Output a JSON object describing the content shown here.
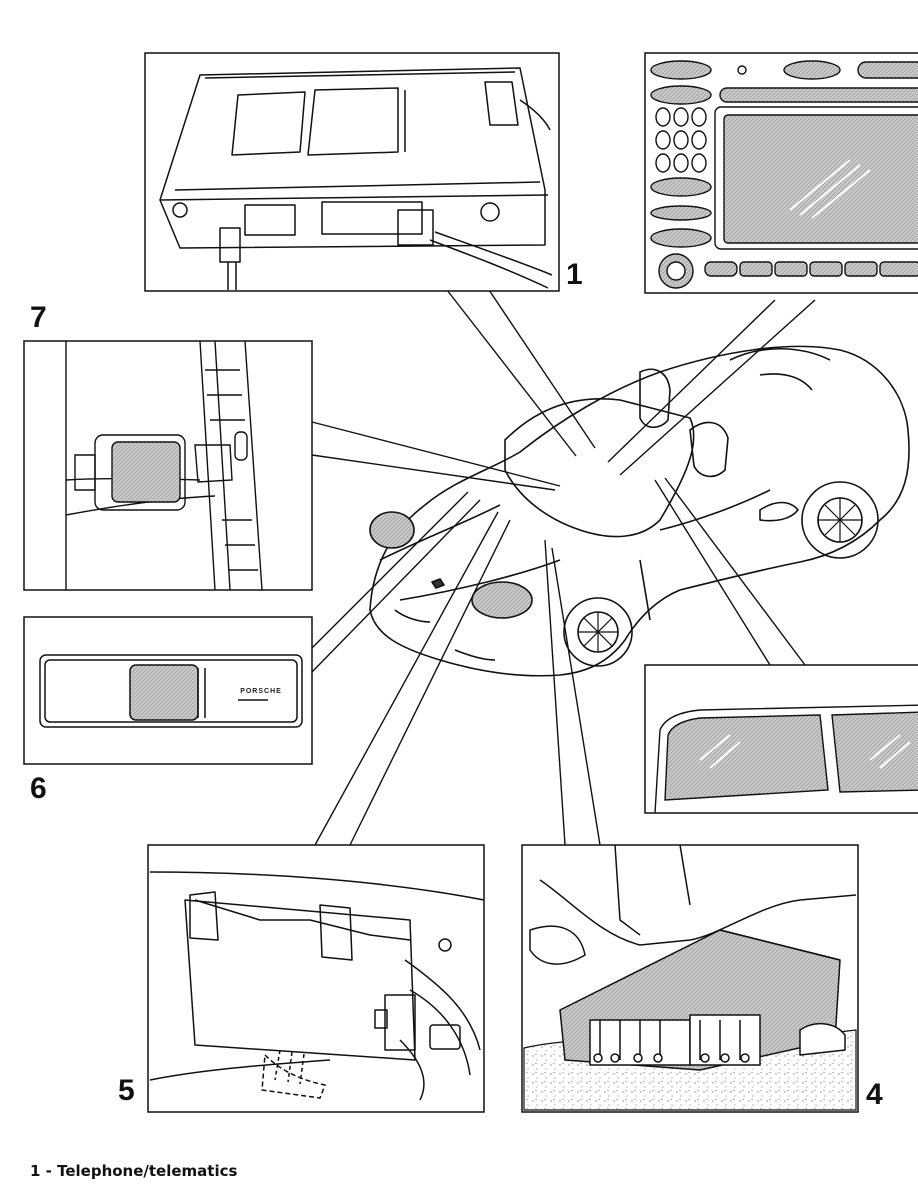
{
  "callouts": {
    "n1": "1",
    "n4": "4",
    "n5": "5",
    "n6": "6",
    "n7": "7"
  },
  "panel6": {
    "brand_text": "PORSCHE"
  },
  "caption": {
    "text": "1 - Telephone/telematics"
  }
}
